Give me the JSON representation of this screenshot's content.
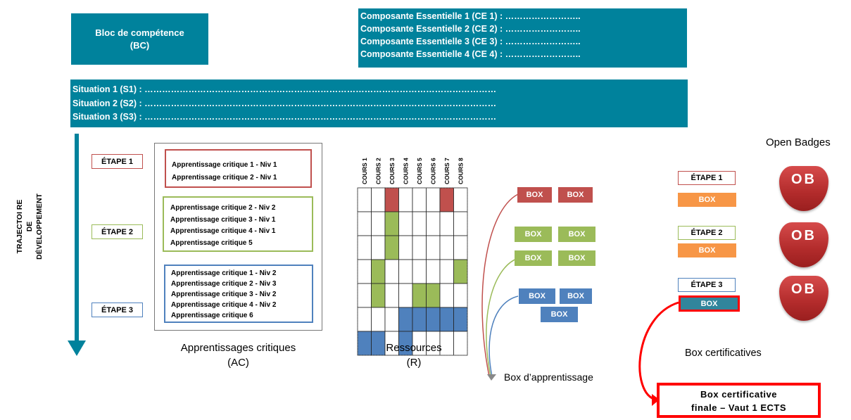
{
  "bloc": {
    "line1": "Bloc de compétence",
    "line2": "(BC)"
  },
  "composantes": [
    "Composante Essentielle 1 (CE 1) : ……………………..",
    "Composante Essentielle 2 (CE 2) : ……………………..",
    "Composante Essentielle 3 (CE 3) : ……………………..",
    "Composante Essentielle 4 (CE 4) : …………………….."
  ],
  "situations": [
    "Situation 1 (S1) : …………………………………………………………………………………………………………",
    "Situation 2 (S2) : …………………………………………………………………………………………………………",
    "Situation 3 (S3) : …………………………………………………………………………………………………………"
  ],
  "trajectoire": {
    "line1": "TRAJECTOI RE",
    "line2": "DE",
    "line3": "DÉVELOPPEMENT"
  },
  "etapes": [
    "ÉTAPE 1",
    "ÉTAPE 2",
    "ÉTAPE 3"
  ],
  "ac_groups": [
    {
      "color": "#c0504d",
      "items": [
        "Apprentissage critique 1 - Niv 1",
        "Apprentissage critique 2 - Niv 1"
      ]
    },
    {
      "color": "#9bbb59",
      "items": [
        "Apprentissage critique 2 - Niv 2",
        "Apprentissage critique 3 - Niv 1",
        "Apprentissage critique 4 - Niv 1",
        "Apprentissage critique 5"
      ]
    },
    {
      "color": "#4f81bd",
      "items": [
        "Apprentissage critique 1 - Niv 2",
        "Apprentissage critique 2 - Niv 3",
        "Apprentissage critique 3 - Niv 2",
        "Apprentissage critique 4 - Niv 2",
        "Apprentissage critique 6"
      ]
    }
  ],
  "ac_caption": {
    "line1": "Apprentissages critiques",
    "line2": "(AC)"
  },
  "ressources": {
    "courses": [
      "COURS 1",
      "COURS 2",
      "COURS 3",
      "COURS 4",
      "COURS 5",
      "COURS 6",
      "COURS 7",
      "COURS 8"
    ],
    "grid": [
      [
        0,
        0,
        "red",
        0,
        0,
        0,
        "red",
        0
      ],
      [
        0,
        0,
        "green",
        0,
        0,
        0,
        0,
        0
      ],
      [
        0,
        0,
        "green",
        0,
        0,
        0,
        0,
        0
      ],
      [
        0,
        "green",
        0,
        0,
        0,
        0,
        0,
        "green"
      ],
      [
        0,
        "green",
        0,
        0,
        "green",
        "green",
        0,
        0
      ],
      [
        0,
        0,
        0,
        "blue",
        "blue",
        "blue",
        "blue",
        "blue"
      ],
      [
        "blue",
        "blue",
        0,
        "blue",
        0,
        0,
        0,
        0
      ]
    ],
    "caption": {
      "line1": "Ressources",
      "line2": "(R)"
    }
  },
  "box_label": "BOX",
  "box_apprentissage": "Box d’apprentissage",
  "open_badges": {
    "title": "Open Badges",
    "label": "OB"
  },
  "box_certificatives": "Box certificatives",
  "final_box": {
    "line1": "Box certificative",
    "line2": "finale – Vaut 1 ECTS"
  },
  "colors": {
    "teal": "#00829c",
    "red": "#c0504d",
    "green": "#9bbb59",
    "blue": "#4f81bd",
    "orange": "#f79646",
    "dark_teal": "#31859c",
    "highlight": "#ff0000"
  }
}
